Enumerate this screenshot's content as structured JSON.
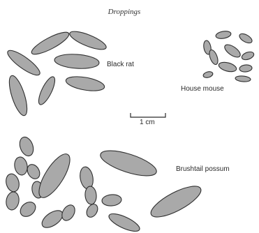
{
  "title": "Droppings",
  "labels": {
    "black_rat": "Black rat",
    "house_mouse": "House mouse",
    "scale": "1 cm",
    "brushtail_possum": "Brushtail possum"
  },
  "colors": {
    "dropping_fill": "#a9a9a9",
    "outline": "#2f2f2f"
  }
}
